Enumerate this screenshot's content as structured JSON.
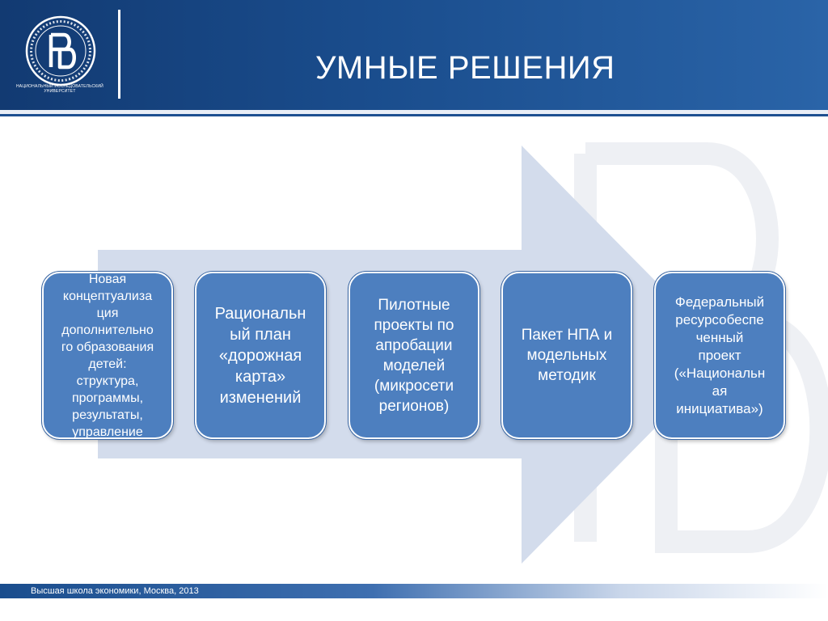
{
  "header": {
    "title": "УМНЫЕ РЕШЕНИЯ",
    "logo_caption_line1": "НАЦИОНАЛЬНЫЙ ИССЛЕДОВАТЕЛЬСКИЙ",
    "logo_caption_line2": "УНИВЕРСИТЕТ"
  },
  "colors": {
    "header_blue": "#1a4d8d",
    "box_fill": "#4d7fbf",
    "arrow_fill": "#d3dcec",
    "text_white": "#ffffff"
  },
  "steps": [
    {
      "text": "Новая\nконцептуализа\nция\nдополнительно\nго образования\nдетей:\nструктура,\nпрограммы,\nрезультаты,\nуправление"
    },
    {
      "text": "Рациональн\nый план\n«дорожная\nкарта»\nизменений"
    },
    {
      "text": "Пилотные\nпроекты по\nапробации\nмоделей\n(микросети\nрегионов)"
    },
    {
      "text": "Пакет НПА и\nмодельных\nметодик"
    },
    {
      "text": "Федеральный\nресурсобеспе\nченный\nпроект\n(«Национальн\nая\nинициатива»)"
    }
  ],
  "footer": {
    "text": "Высшая школа экономики, Москва, 2013"
  }
}
